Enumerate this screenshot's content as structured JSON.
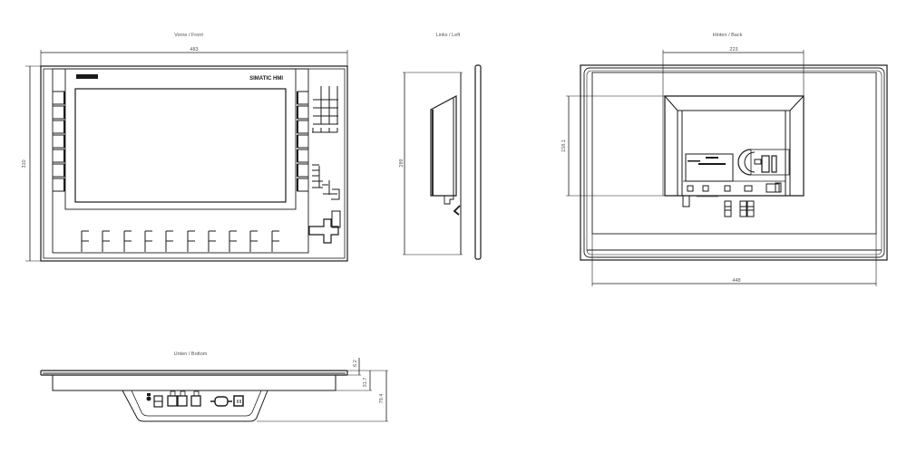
{
  "drawing": {
    "front": {
      "title": "Vorne / Front",
      "width_dim": "483",
      "height_dim": "310",
      "brand_text": "SIMATIC HMI"
    },
    "left": {
      "title": "Links / Left",
      "height_dim": "289"
    },
    "back": {
      "title": "Hinten / Back",
      "width_dim": "223",
      "height_dim": "158.1",
      "outer_width_dim": "448"
    },
    "bottom": {
      "title": "Unten / Bottom",
      "dim_top": "6.2",
      "dim_mid": "31.7",
      "dim_total": "79.4"
    }
  },
  "colors": {
    "line": "#1a1a1a",
    "dim_text": "#555555",
    "background": "#ffffff"
  }
}
